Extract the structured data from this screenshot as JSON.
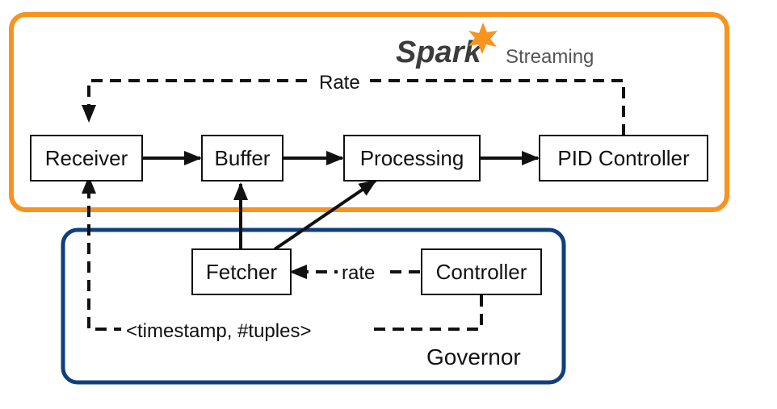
{
  "logo": {
    "brand": "Spark",
    "subtitle": "Streaming"
  },
  "groups": {
    "spark": {
      "color": "#f7931e"
    },
    "governor": {
      "label": "Governor",
      "color": "#103f7f"
    }
  },
  "nodes": {
    "receiver": "Receiver",
    "buffer": "Buffer",
    "processing": "Processing",
    "pid_controller": "PID Controller",
    "fetcher": "Fetcher",
    "controller": "Controller"
  },
  "edges": {
    "rate_feedback": "Rate",
    "rate_governor": "rate",
    "timestamp_feedback": "<timestamp, #tuples>"
  }
}
